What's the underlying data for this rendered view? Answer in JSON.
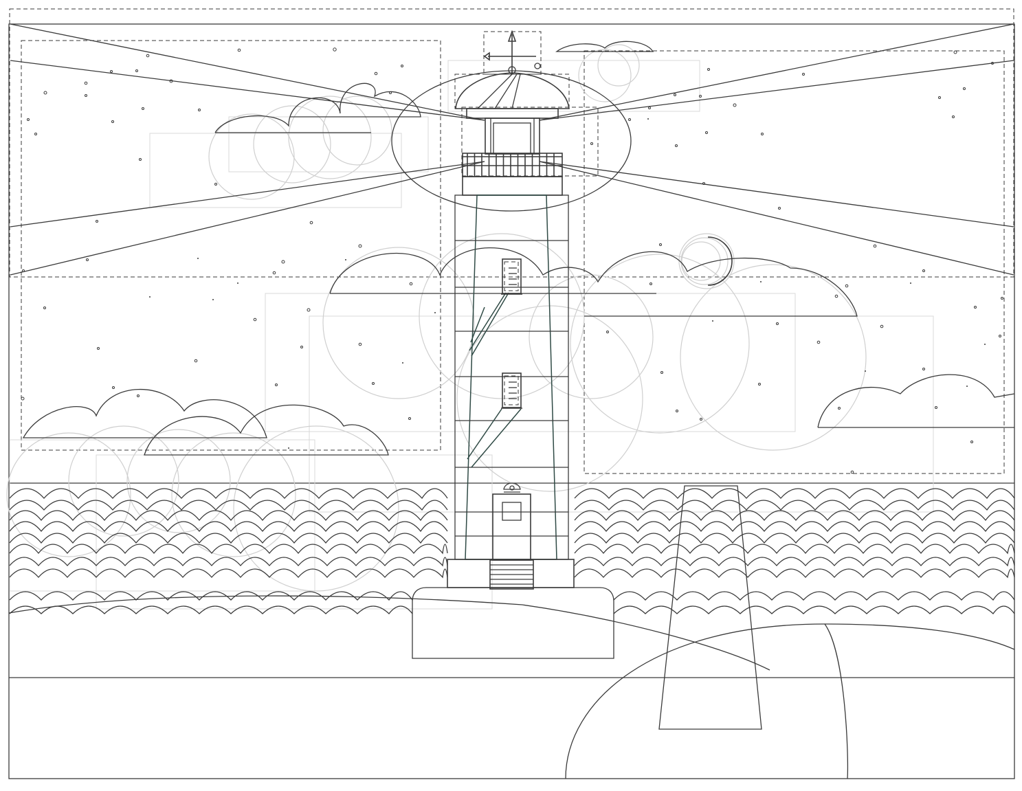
{
  "colors": {
    "ink": "#3a3a3a",
    "tower": "#2f4a45",
    "guide": "#d8d8d8",
    "guide_circle": "#cfcfcf",
    "background": "#ffffff"
  },
  "drawing": {
    "subject": "lighthouse",
    "elements": [
      "frame",
      "sky",
      "stars",
      "moon",
      "clouds",
      "light-beams",
      "weather-vane",
      "lantern-room",
      "gallery-railing",
      "tower",
      "windows",
      "door",
      "waves",
      "island-base",
      "pier",
      "shore"
    ]
  }
}
